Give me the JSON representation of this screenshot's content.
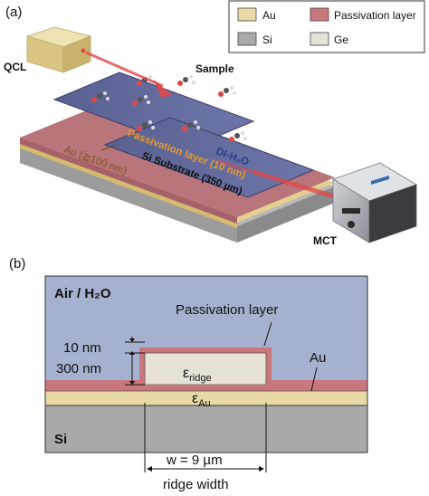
{
  "panel_a": {
    "label": "(a)",
    "legend": [
      {
        "name": "Au",
        "color": "#e8d9a6"
      },
      {
        "name": "Passivation layer",
        "color": "#c9777d"
      },
      {
        "name": "Si",
        "color": "#a9a9a9"
      },
      {
        "name": "Ge",
        "color": "#e6e2d6"
      }
    ],
    "labels": {
      "qcl": "QCL",
      "sample": "Sample",
      "passivation": "Passivation layer (10 nm)",
      "water": "DI-H₂O",
      "substrate": "Si Substrate (350 µm)",
      "au": "Au (≧100 nm)",
      "mct": "MCT"
    }
  },
  "panel_b": {
    "label": "(b)",
    "medium": "Air / H₂O",
    "passivation_label": "Passivation layer",
    "au_label": "Au",
    "si_label": "Si",
    "thickness_passivation": "10 nm",
    "thickness_ridge": "300 nm",
    "eps_ridge_symbol": "ε",
    "eps_ridge_sub": "ridge",
    "eps_au_symbol": "ε",
    "eps_au_sub": "Au",
    "width_value": "w = 9 µm",
    "width_caption": "ridge width"
  },
  "colors": {
    "water": "#a6b1cf",
    "passivation": "#c9777d",
    "au": "#e8d9a6",
    "si": "#a9a9a9",
    "ge": "#e6e2d6",
    "beam": "#e0484b",
    "qcl_box": "#e3d29a"
  }
}
